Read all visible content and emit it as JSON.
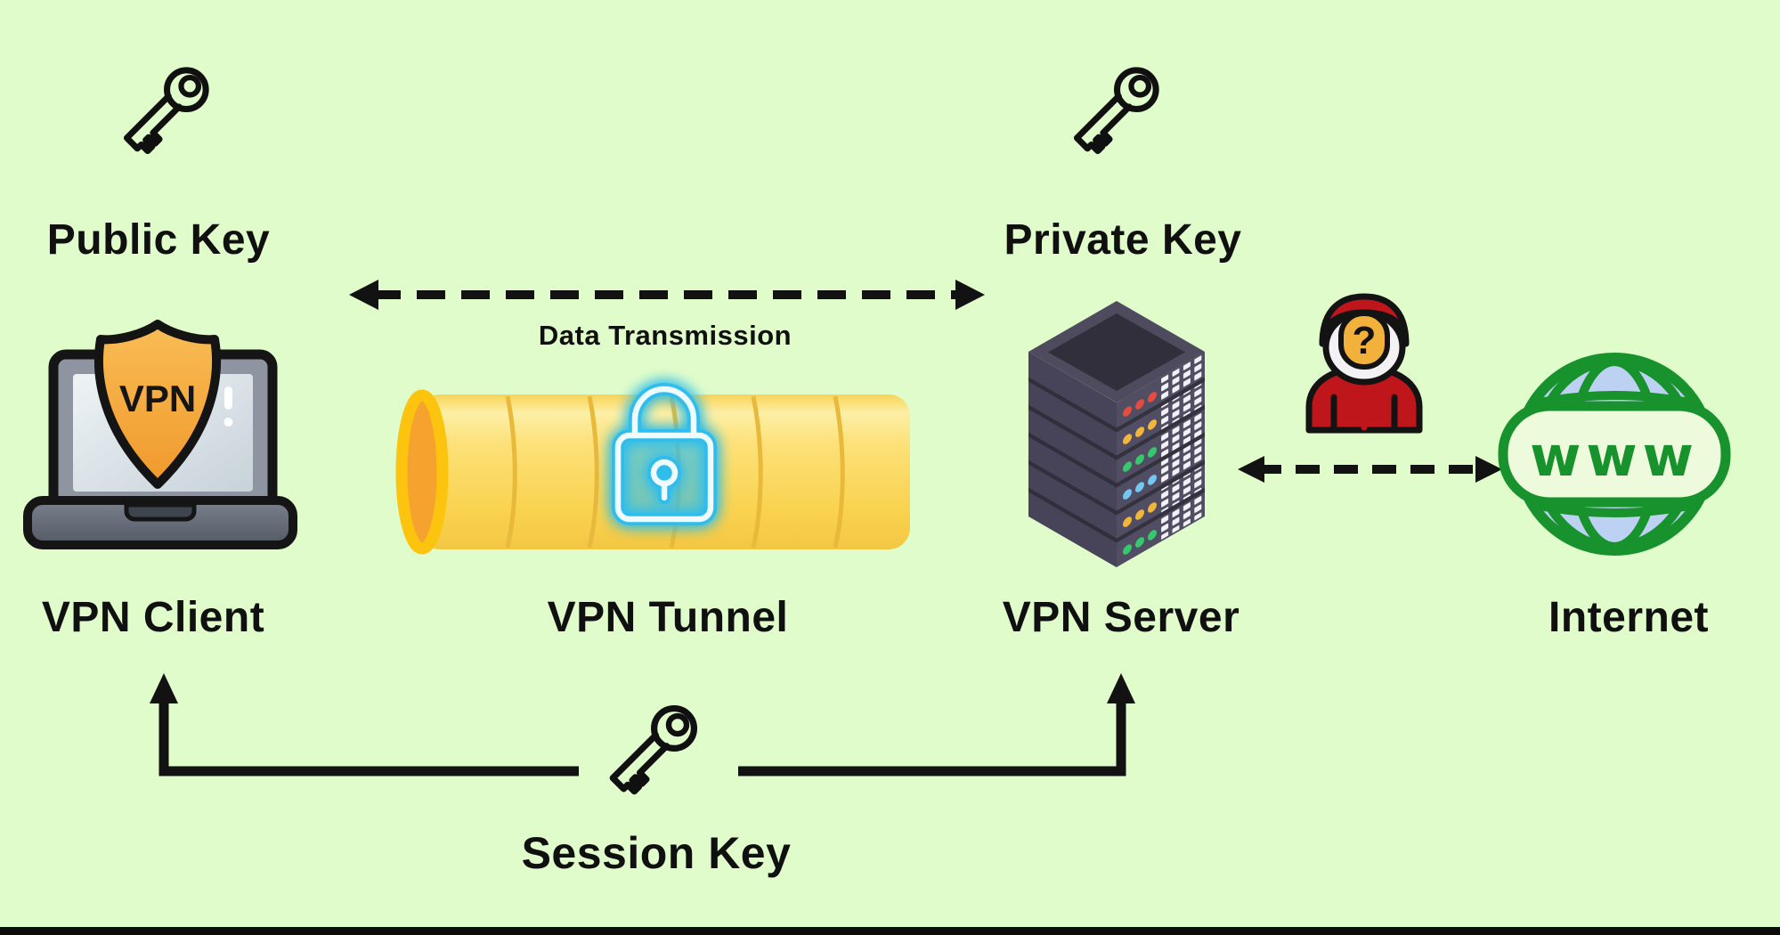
{
  "background_color": "#e0fcca",
  "labels": {
    "public_key": "Public Key",
    "private_key": "Private Key",
    "data_transmission": "Data Transmission",
    "vpn_client": "VPN Client",
    "vpn_tunnel": "VPN Tunnel",
    "vpn_server": "VPN Server",
    "internet": "Internet",
    "session_key": "Session Key"
  },
  "icon_glyphs": {
    "vpn_shield_text": "VPN",
    "globe_band_text": "www",
    "hacker_face_glyph": "?"
  },
  "icons": [
    "key-icon",
    "laptop-vpn-icon",
    "vpn-shield-icon",
    "tunnel-icon",
    "padlock-glow-icon",
    "server-icon",
    "hacker-icon",
    "globe-www-icon",
    "dashed-double-arrow",
    "elbow-arrow"
  ],
  "colors": {
    "background": "#e0fcca",
    "outline_black": "#121212",
    "shield_orange_top": "#f9bd55",
    "shield_orange_bottom": "#f0992b",
    "laptop_bezel_gray": "#8e94a0",
    "laptop_base_gray": "#666d79",
    "tunnel_yellow": "#fbd85c",
    "tunnel_highlight": "#fdefa6",
    "tunnel_ridge": "#e9b93c",
    "tunnel_ring_yellow": "#fcc40e",
    "tunnel_ring_orange": "#f6a22e",
    "lock_glow_blue": "#2fbdec",
    "lock_stroke_white": "#eefcff",
    "server_right_face": "#514e63",
    "server_left_face": "#474459",
    "server_top_inset": "#312f3b",
    "led_red": "#e54b40",
    "led_yellow": "#f2b63b",
    "led_green": "#35c96c",
    "led_blue": "#74c7f2",
    "hacker_red": "#bf161b",
    "hacker_face_yellow": "#f2b13b",
    "globe_green": "#17922c",
    "globe_blue": "#bdd2f2",
    "bottom_bar": "#0b0b0b"
  }
}
